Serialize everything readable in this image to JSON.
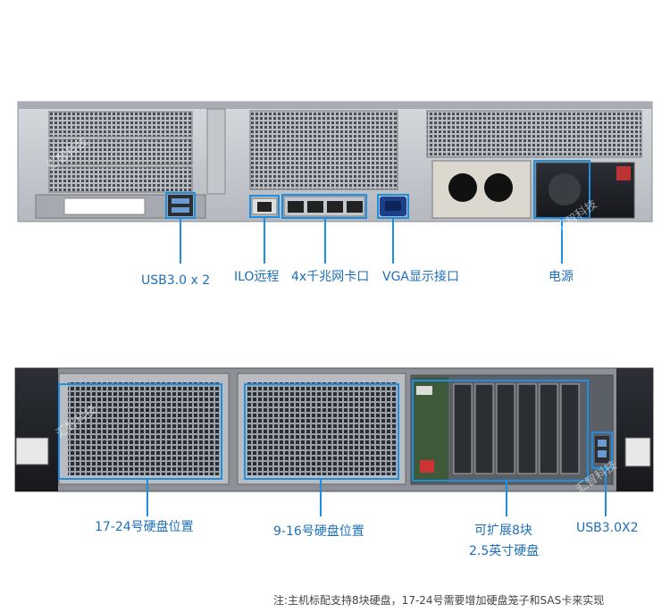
{
  "watermark": "汇智科技",
  "colors": {
    "accent": "#1e8fe0",
    "label": "#1e6fb8",
    "chassis": "#c9ccd1"
  },
  "rear_labels": {
    "usb": "USB3.0 x 2",
    "ilo": "ILO远程",
    "nic": "4x千兆网卡口",
    "vga": "VGA显示接口",
    "psu": "电源"
  },
  "front_labels": {
    "bay_17_24": "17-24号硬盘位置",
    "bay_9_16": "9-16号硬盘位置",
    "expand_line1": "可扩展8块",
    "expand_line2": "2.5英寸硬盘",
    "usb_front": "USB3.0X2"
  },
  "note": "注:主机标配支持8块硬盘，17-24号需要增加硬盘笼子和SAS卡来实现",
  "icons": [
    "usb-port-icon",
    "rj45-port-icon",
    "vga-port-icon",
    "psu-fan-icon",
    "drive-bay-icon"
  ]
}
